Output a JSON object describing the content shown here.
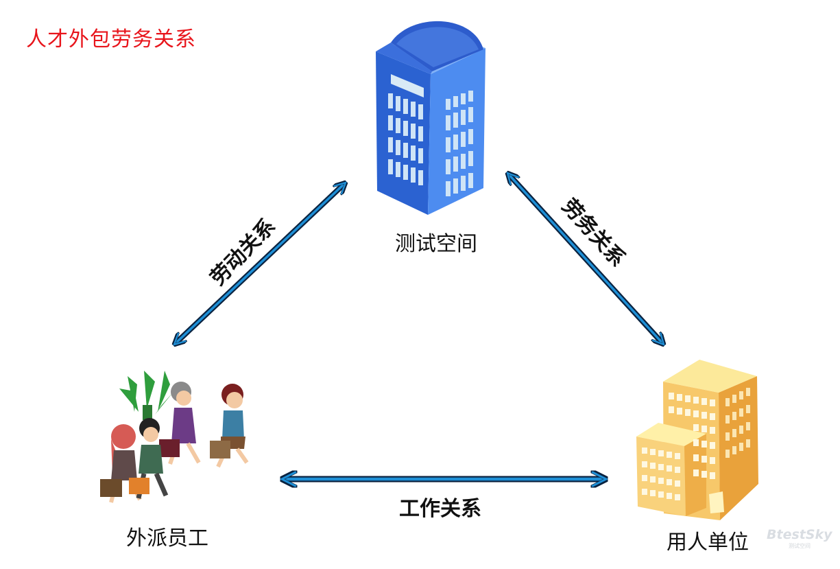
{
  "title": "人才外包劳务关系",
  "nodes": {
    "testing_space": "测试空间",
    "outsourced_staff": "外派员工",
    "employer": "用人单位"
  },
  "relations": {
    "labor_relation": "劳动关系",
    "service_relation": "劳务关系",
    "work_relation": "工作关系"
  },
  "watermark": {
    "main": "BtestSky",
    "sub": "测试空间"
  },
  "colors": {
    "title": "#e8141b",
    "arrow_fill": "#1e8fd6",
    "arrow_outline": "#0b2340"
  }
}
